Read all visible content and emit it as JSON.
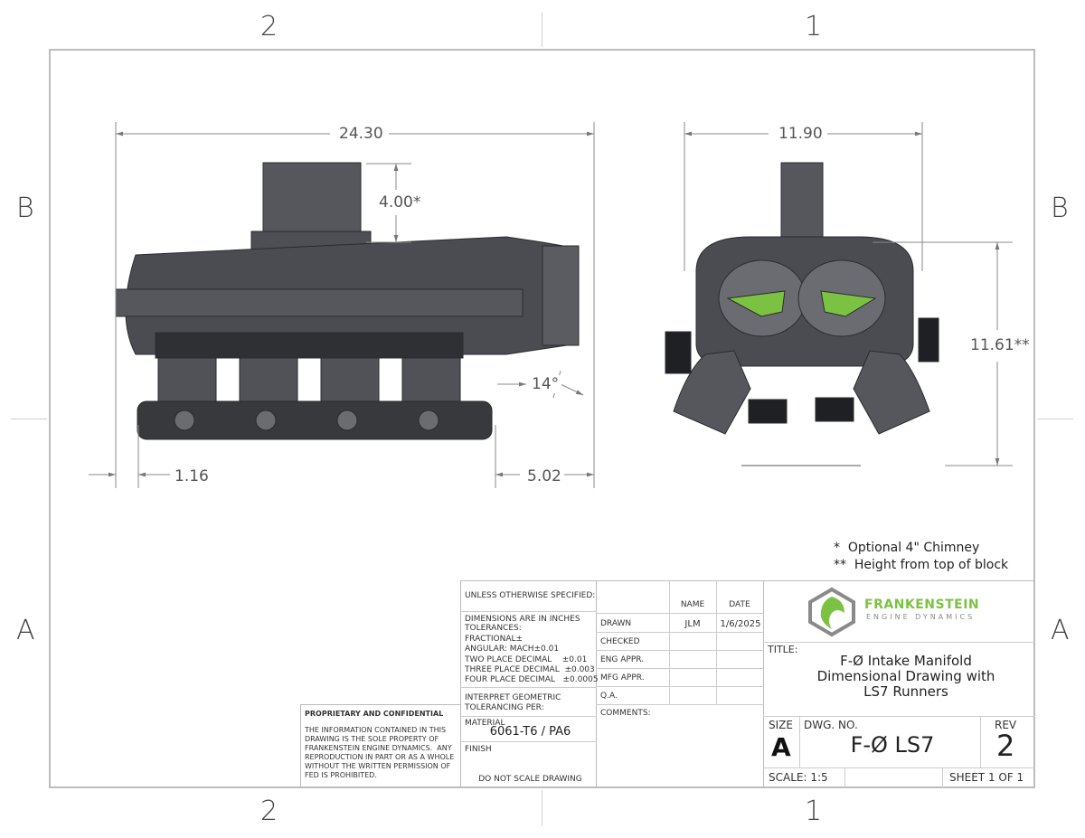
{
  "zones": {
    "top_left": "2",
    "top_right": "1",
    "bottom_left": "2",
    "bottom_right": "1",
    "left_upper": "B",
    "right_upper": "B",
    "left_lower": "A",
    "right_lower": "A"
  },
  "dimensions": {
    "overall_length": "24.30",
    "chimney_height": "4.00*",
    "angle": "14°",
    "left_offset": "1.16",
    "right_offset": "5.02",
    "overall_width": "11.90",
    "height_from_block": "11.61**"
  },
  "notes": [
    "*  Optional 4\" Chimney",
    "**  Height from top of block"
  ],
  "title_block": {
    "unless_specified": "UNLESS OTHERWISE SPECIFIED:",
    "dims_in_inches": "DIMENSIONS ARE IN INCHES",
    "tolerances": "TOLERANCES:",
    "fractional": "FRACTIONAL±",
    "angular": "ANGULAR: MACH±0.01",
    "two_place": "TWO PLACE DECIMAL    ±0.01",
    "three_place": "THREE PLACE DECIMAL  ±0.003",
    "four_place": "FOUR PLACE DECIMAL   ±0.0005",
    "interpret": "INTERPRET GEOMETRIC",
    "tolerancing": "TOLERANCING PER:",
    "material_label": "MATERIAL",
    "material_value": "6061-T6 / PA6",
    "finish_label": "FINISH",
    "do_not_scale": "DO NOT SCALE DRAWING",
    "name_header": "NAME",
    "date_header": "DATE",
    "rows": [
      {
        "label": "DRAWN",
        "name": "JLM",
        "date": "1/6/2025"
      },
      {
        "label": "CHECKED",
        "name": "",
        "date": ""
      },
      {
        "label": "ENG APPR.",
        "name": "",
        "date": ""
      },
      {
        "label": "MFG APPR.",
        "name": "",
        "date": ""
      },
      {
        "label": "Q.A.",
        "name": "",
        "date": ""
      }
    ],
    "comments": "COMMENTS:",
    "proprietary_title": "PROPRIETARY AND CONFIDENTIAL",
    "proprietary_text": "THE INFORMATION CONTAINED IN THIS\nDRAWING IS THE SOLE PROPERTY OF\nFRANKENSTEIN ENGINE DYNAMICS.  ANY\nREPRODUCTION IN PART OR AS A WHOLE\nWITHOUT THE WRITTEN PERMISSION OF\nFED IS PROHIBITED.",
    "logo_main": "FRANKENSTEIN",
    "logo_sub": "ENGINE DYNAMICS",
    "title_label": "TITLE:",
    "title_lines": [
      "F-Ø Intake Manifold",
      "Dimensional Drawing with",
      "LS7 Runners"
    ],
    "size_label": "SIZE",
    "size_value": "A",
    "dwg_no_label": "DWG.  NO.",
    "dwg_no_value": "F-Ø LS7",
    "rev_label": "REV",
    "rev_value": "2",
    "scale": "SCALE: 1:5",
    "sheet": "SHEET 1 OF 1"
  },
  "colors": {
    "accent_green": "#7cc242",
    "logo_grey": "#8a8a8a",
    "part_dark": "#3a3c40"
  }
}
